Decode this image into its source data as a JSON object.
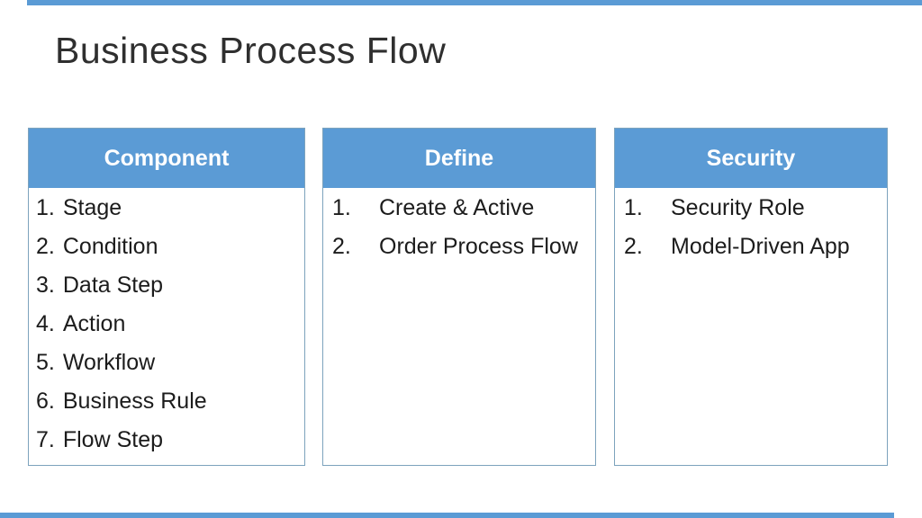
{
  "slide": {
    "title": "Business Process Flow",
    "accent_color": "#5B9BD5",
    "border_color": "#7DA3BD",
    "title_color": "#2F2F2F"
  },
  "tables": [
    {
      "header": "Component",
      "items": [
        {
          "num": "1.",
          "text": "Stage"
        },
        {
          "num": "2.",
          "text": "Condition"
        },
        {
          "num": "3.",
          "text": "Data Step"
        },
        {
          "num": "4.",
          "text": "Action"
        },
        {
          "num": "5.",
          "text": "Workflow"
        },
        {
          "num": "6.",
          "text": "Business Rule"
        },
        {
          "num": "7.",
          "text": "Flow Step"
        }
      ]
    },
    {
      "header": "Define",
      "items": [
        {
          "num": "1.",
          "text": "Create & Active"
        },
        {
          "num": "2.",
          "text": "Order Process Flow"
        }
      ]
    },
    {
      "header": "Security",
      "items": [
        {
          "num": "1.",
          "text": "Security Role"
        },
        {
          "num": "2.",
          "text": "Model-Driven App"
        }
      ]
    }
  ]
}
